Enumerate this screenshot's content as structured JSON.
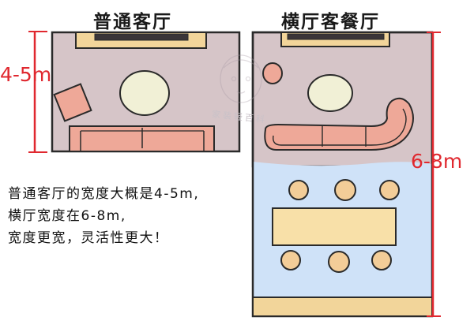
{
  "left_plan": {
    "title": "普通客厅",
    "dimension": "4-5m"
  },
  "right_plan": {
    "title": "横厅客餐厅",
    "dimension": "6-8m"
  },
  "caption": {
    "line1": "普通客厅的宽度大概是4-5m,",
    "line2": "横厅宽度在6-8m,",
    "line3": "宽度更宽，灵活性更大！"
  },
  "watermark": "家装轻百科",
  "colors": {
    "room_fill": "#d6c5c8",
    "dining_fill": "#cfe2f8",
    "sofa": "#eea898",
    "tv_cabinet": "#f2d59a",
    "table": "#f8e0a8",
    "round_table": "#f1f0d6",
    "dimension_line": "#e0282f"
  }
}
